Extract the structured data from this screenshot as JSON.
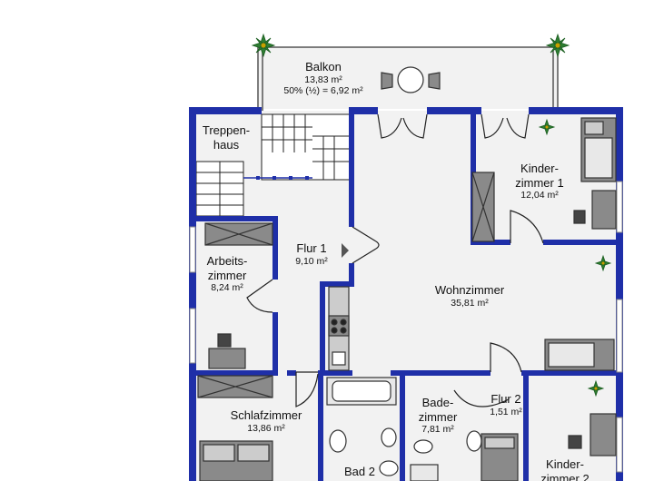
{
  "colors": {
    "wall": "#1f2fa8",
    "floor": "#f2f2f2",
    "furniture_fill": "#8a8a8a",
    "furniture_stroke": "#333333",
    "plant": "#2e7d32"
  },
  "rooms": {
    "balkon": {
      "name": "Balkon",
      "area": "13,83 m²",
      "note": "50% (½) = 6,92 m²"
    },
    "treppenhaus": {
      "name_l1": "Treppen-",
      "name_l2": "haus"
    },
    "kinderzimmer1": {
      "name_l1": "Kinder-",
      "name_l2": "zimmer 1",
      "area": "12,04 m²"
    },
    "flur1": {
      "name": "Flur 1",
      "area": "9,10  m²"
    },
    "arbeitszimmer": {
      "name_l1": "Arbeits-",
      "name_l2": "zimmer",
      "area": "8,24 m²"
    },
    "wohnzimmer": {
      "name": "Wohnzimmer",
      "area": "35,81 m²"
    },
    "schlafzimmer": {
      "name": "Schlafzimmer",
      "area": "13,86 m²"
    },
    "badezimmer": {
      "name_l1": "Bade-",
      "name_l2": "zimmer",
      "area": "7,81 m²"
    },
    "flur2": {
      "name": "Flur 2",
      "area": "1,51 m²"
    },
    "bad2": {
      "name": "Bad 2"
    },
    "kinderzimmer2": {
      "name_l1": "Kinder-",
      "name_l2": "zimmer 2"
    }
  },
  "icons": {
    "plant": "potted-plant-icon",
    "chair": "chair-icon",
    "bed": "bed-icon",
    "door": "door-swing-icon",
    "toilet": "toilet-icon",
    "bathtub": "bathtub-icon",
    "stove": "stove-icon"
  }
}
